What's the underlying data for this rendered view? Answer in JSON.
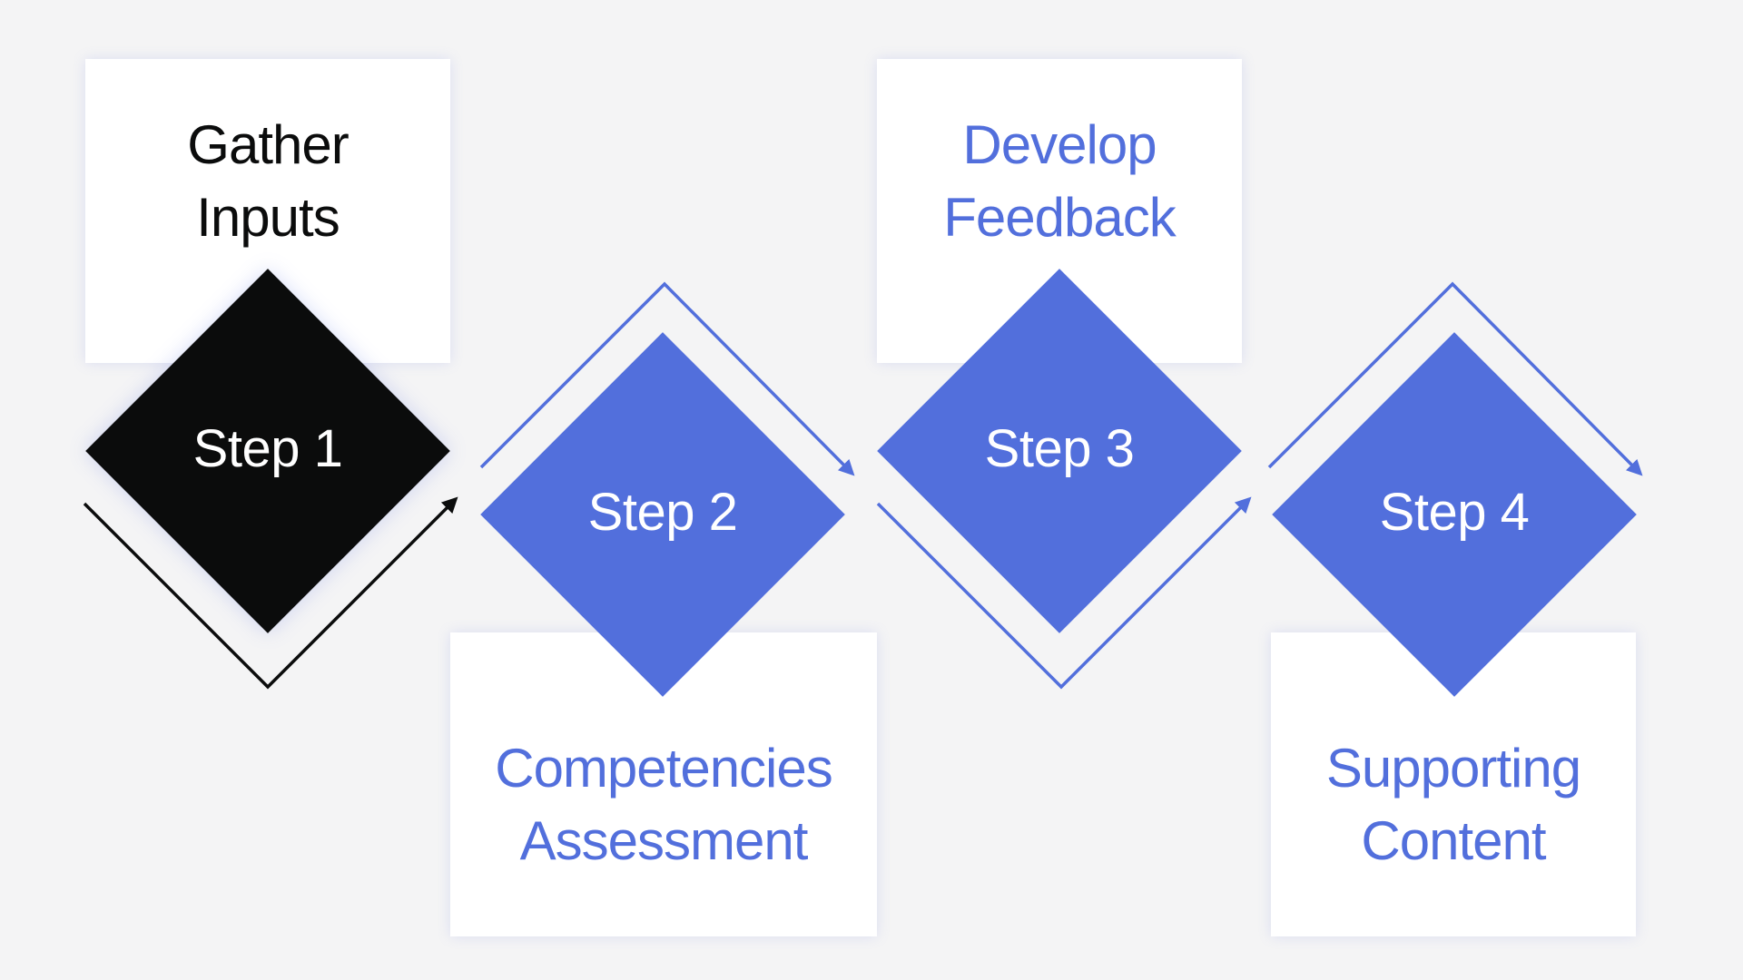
{
  "colors": {
    "background": "#f4f4f5",
    "card": "#ffffff",
    "active": "#0b0c0c",
    "accent": "#526fdc"
  },
  "steps": [
    {
      "label": "Step 1",
      "card": "Gather Inputs",
      "card_lines": [
        "Gather",
        "Inputs"
      ],
      "state": "active"
    },
    {
      "label": "Step 2",
      "card": "Competencies Assessment",
      "card_lines": [
        "Competencies",
        "Assessment"
      ],
      "state": "pending"
    },
    {
      "label": "Step 3",
      "card": "Develop Feedback",
      "card_lines": [
        "Develop",
        "Feedback"
      ],
      "state": "pending"
    },
    {
      "label": "Step 4",
      "card": "Supporting Content",
      "card_lines": [
        "Supporting",
        "Content"
      ],
      "state": "pending"
    }
  ],
  "connectors": [
    {
      "from": "Step 1",
      "to": "Step 2",
      "state": "active"
    },
    {
      "from": "Step 2",
      "to": "Step 3",
      "state": "pending"
    },
    {
      "from": "Step 3",
      "to": "Step 4",
      "state": "pending"
    },
    {
      "from": "Step 4",
      "to": "end",
      "state": "pending"
    }
  ]
}
